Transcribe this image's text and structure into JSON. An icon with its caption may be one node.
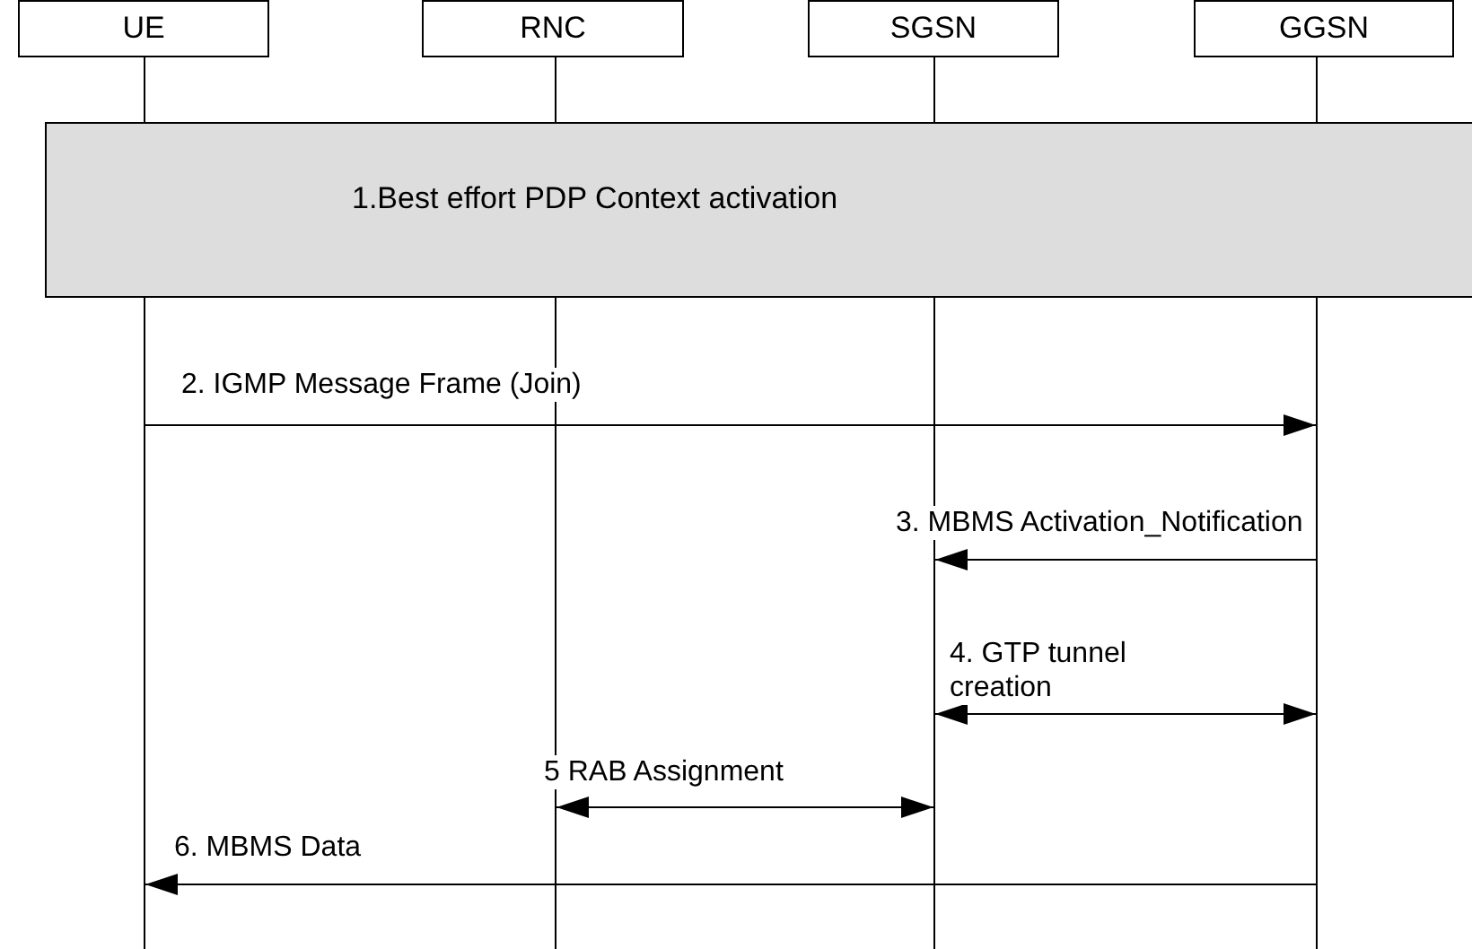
{
  "diagram": {
    "nodes": [
      {
        "text": [
          "UE"
        ]
      },
      {
        "text": [
          "RNC"
        ]
      },
      {
        "text": [
          "SGSN"
        ]
      },
      {
        "text": [
          "GGSN"
        ]
      },
      {
        "text": [
          "1.Best effort PDP Context activation"
        ]
      },
      {
        "text": [],
        "shape": "bar"
      },
      {
        "text": [],
        "shape": "bar"
      },
      {
        "text": [],
        "shape": "bar"
      },
      {
        "text": [],
        "shape": "bar"
      }
    ],
    "edges": [
      {
        "from": 5,
        "to": 8,
        "arrow": "to",
        "label": "2. IGMP Message Frame (Join)"
      },
      {
        "from": 8,
        "to": 7,
        "arrow": "to",
        "label": "3. MBMS Activation_Notification"
      },
      {
        "from": 7,
        "to": 8,
        "arrow": "both",
        "label": "4. GTP tunnel creation"
      },
      {
        "from": 6,
        "to": 7,
        "arrow": "both",
        "label": "5 RAB Assignment"
      },
      {
        "from": 8,
        "to": 5,
        "arrow": "to",
        "label": "6. MBMS Data"
      }
    ]
  }
}
